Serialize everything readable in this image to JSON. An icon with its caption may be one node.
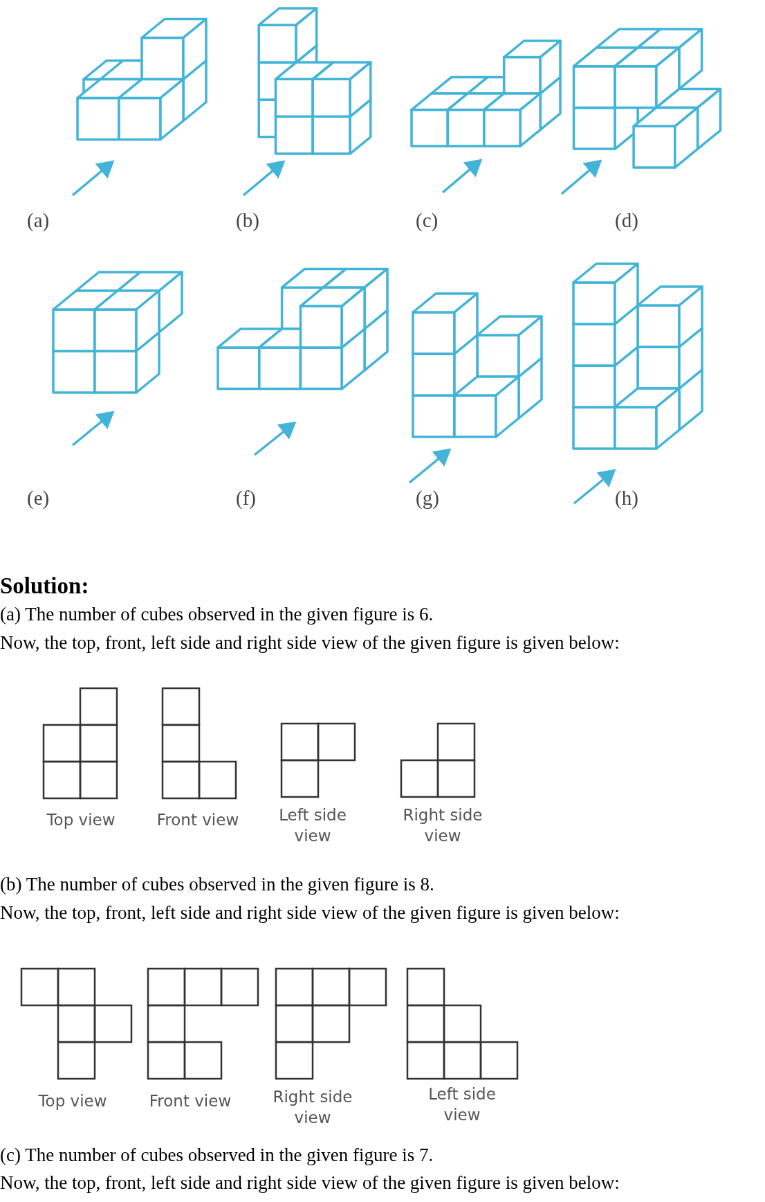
{
  "diagram": {
    "labels": [
      "(a)",
      "(b)",
      "(c)",
      "(d)",
      "(e)",
      "(f)",
      "(g)",
      "(h)",
      "Solution:",
      "(a) The number of cubes observed in the given figure is 6.",
      "Now, the top, front, left side and right side view of the given figure is given below:",
      "Top view",
      "Front view",
      "Left side view",
      "Right side view",
      "(b) The number of cubes observed in the given figure is 8.",
      "Now, the top, front, left side and right side view of the given figure is given below:",
      "Top view",
      "Front view",
      "Right side view",
      "Left side view",
      "(c) The number of cubes observed in the given figure is 7.",
      "Now, the top, front, left side and right side view of the given figure is given below:"
    ]
  }
}
